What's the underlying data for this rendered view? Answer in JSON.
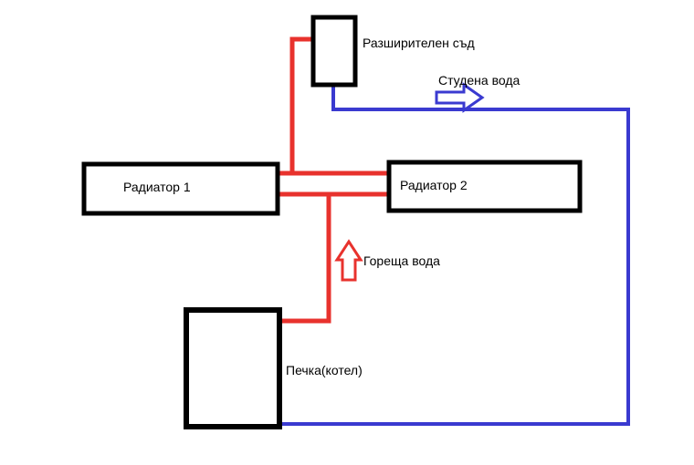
{
  "diagram": {
    "labels": {
      "expansion_vessel": "Разширителен съд",
      "cold_water": "Студена вода",
      "radiator1": "Радиатор 1",
      "radiator2": "Радиатор 2",
      "hot_water": "Гореща вода",
      "boiler": "Печка(котел)"
    },
    "colors": {
      "hot_pipe": "#e8322d",
      "cold_pipe": "#3a3ad0",
      "box_outline": "#000000",
      "background": "#ffffff"
    }
  }
}
